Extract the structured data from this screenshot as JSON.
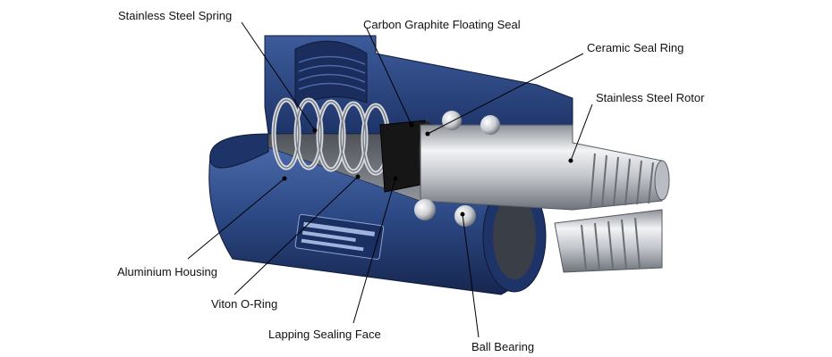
{
  "labels": {
    "spring": "Stainless Steel Spring",
    "carbon_seal": "Carbon Graphite Floating Seal",
    "ceramic_ring": "Ceramic Seal Ring",
    "rotor": "Stainless Steel Rotor",
    "housing": "Aluminium Housing",
    "oring": "Viton O-Ring",
    "lapping_face": "Lapping Sealing Face",
    "ball_bearing": "Ball Bearing"
  },
  "colors": {
    "housing_blue": "#2d4a86",
    "housing_dark": "#15244a",
    "steel": "#c9ccd1",
    "bore_interior": "#5a5f68"
  }
}
